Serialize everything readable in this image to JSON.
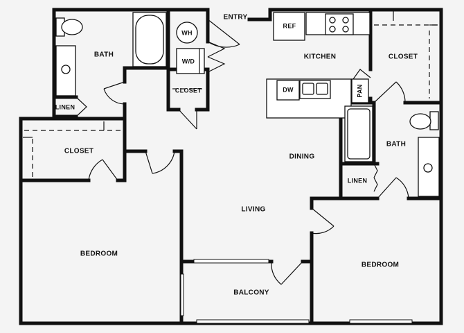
{
  "rooms": {
    "entry": "ENTRY",
    "kitchen": "KITCHEN",
    "closet_top_right": "CLOSET",
    "bath_top_left": "BATH",
    "closet_hall": "CLOSET",
    "linen_left": "LINEN",
    "closet_left": "CLOSET",
    "bedroom_left": "BEDROOM",
    "dining": "DINING",
    "living": "LIVING",
    "balcony": "BALCONY",
    "bath_right": "BATH",
    "linen_right": "LINEN",
    "bedroom_right": "BEDROOM"
  },
  "appliances": {
    "water_heater": "WH",
    "washer_dryer": "W/D",
    "refrigerator": "REF",
    "dishwasher": "DW",
    "pantry": "PAN"
  }
}
